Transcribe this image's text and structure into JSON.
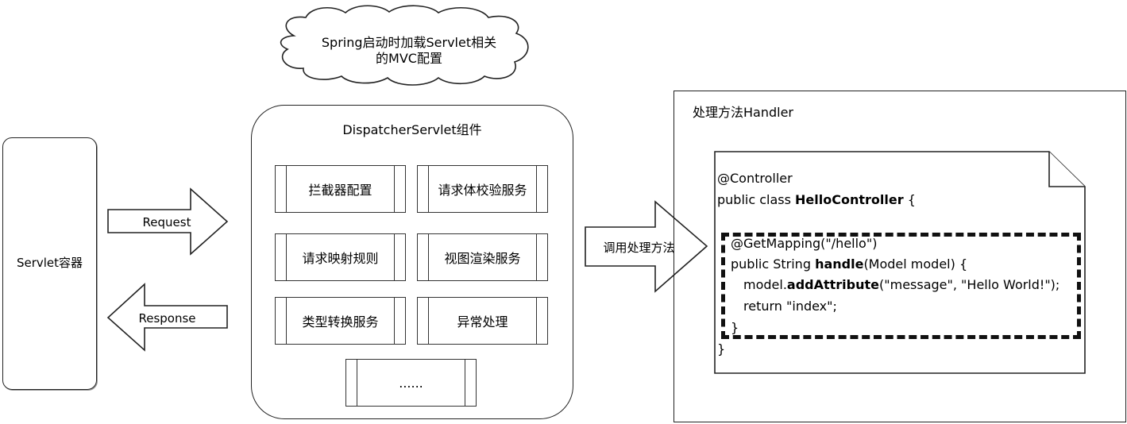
{
  "container": {
    "label": "Servlet容器"
  },
  "arrows": {
    "request": "Request",
    "response": "Response",
    "invoke": "调用处理方法"
  },
  "cloud": {
    "line1": "Spring启动时加载Servlet相关",
    "line2": "的MVC配置"
  },
  "dispatcher": {
    "title": "DispatcherServlet组件",
    "components": [
      "拦截器配置",
      "请求体校验服务",
      "请求映射规则",
      "视图渲染服务",
      "类型转换服务",
      "异常处理",
      "......"
    ]
  },
  "handler": {
    "title": "处理方法Handler",
    "code": {
      "annotation": "@Controller",
      "class_prefix": "public class ",
      "class_name": "HelloController",
      "class_suffix": " {",
      "mapping": "@GetMapping(\"/hello\")",
      "method_prefix": "public String ",
      "method_name": "handle",
      "method_suffix": "(Model model) {",
      "call_prefix": "model.",
      "call_name": "addAttribute",
      "call_suffix": "(\"message\", \"Hello World!\");",
      "return_stmt": "return \"index\";",
      "inner_close": "}",
      "outer_close": "}"
    }
  }
}
